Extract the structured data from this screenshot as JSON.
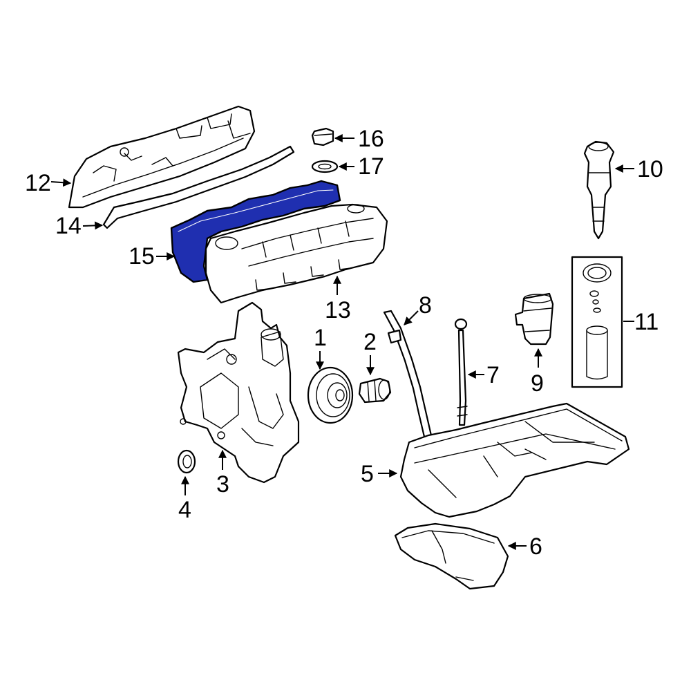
{
  "highlight_color": "#1f2fb0",
  "callouts": [
    {
      "id": "1",
      "label": "1"
    },
    {
      "id": "2",
      "label": "2"
    },
    {
      "id": "3",
      "label": "3"
    },
    {
      "id": "4",
      "label": "4"
    },
    {
      "id": "5",
      "label": "5"
    },
    {
      "id": "6",
      "label": "6"
    },
    {
      "id": "7",
      "label": "7"
    },
    {
      "id": "8",
      "label": "8"
    },
    {
      "id": "9",
      "label": "9"
    },
    {
      "id": "10",
      "label": "10"
    },
    {
      "id": "11",
      "label": "11"
    },
    {
      "id": "12",
      "label": "12"
    },
    {
      "id": "13",
      "label": "13"
    },
    {
      "id": "14",
      "label": "14"
    },
    {
      "id": "15",
      "label": "15"
    },
    {
      "id": "16",
      "label": "16"
    },
    {
      "id": "17",
      "label": "17"
    }
  ],
  "highlighted_part": "15"
}
